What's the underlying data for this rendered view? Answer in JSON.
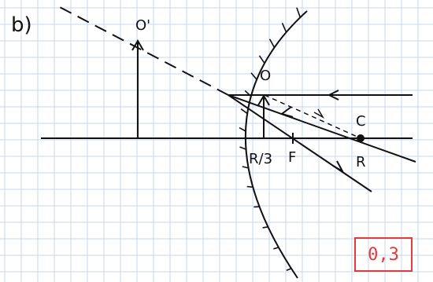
{
  "part_label": "b)",
  "labels": {
    "image_top": "O'",
    "object_top": "O",
    "object_base": "R/3",
    "focus": "F",
    "center": "C",
    "radius": "R"
  },
  "score": "0,3",
  "colors": {
    "grid": "#c9d6ee",
    "ink": "#111111",
    "score": "#e23b3b"
  }
}
